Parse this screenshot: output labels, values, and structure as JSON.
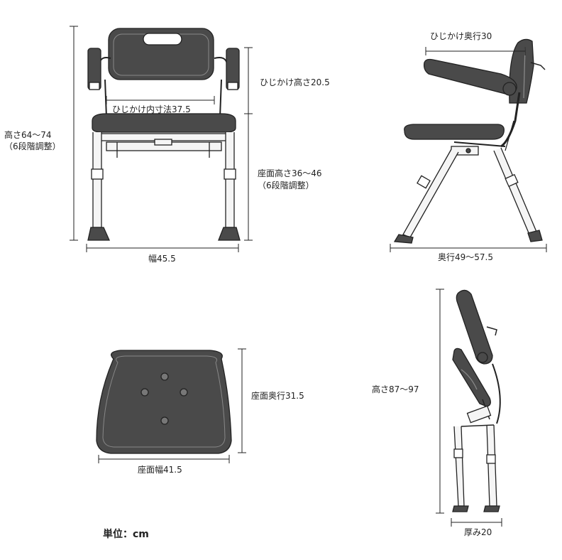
{
  "labels": {
    "front_height": "高さ64～74",
    "front_height_note": "（6段階調整）",
    "armrest_height": "ひじかけ高さ20.5",
    "armrest_inner_width": "ひじかけ内寸法37.5",
    "seat_height": "座面高さ36～46",
    "seat_height_note": "（6段階調整）",
    "width": "幅45.5",
    "armrest_depth": "ひじかけ奥行30",
    "depth": "奥行49～57.5",
    "seat_depth": "座面奥行31.5",
    "seat_width": "座面幅41.5",
    "folded_height": "高さ87～97",
    "folded_thickness": "厚み20",
    "unit": "単位：cm"
  },
  "colors": {
    "dark_fill": "#4a4a4a",
    "line": "#222222",
    "frame": "#f5f5f5"
  }
}
